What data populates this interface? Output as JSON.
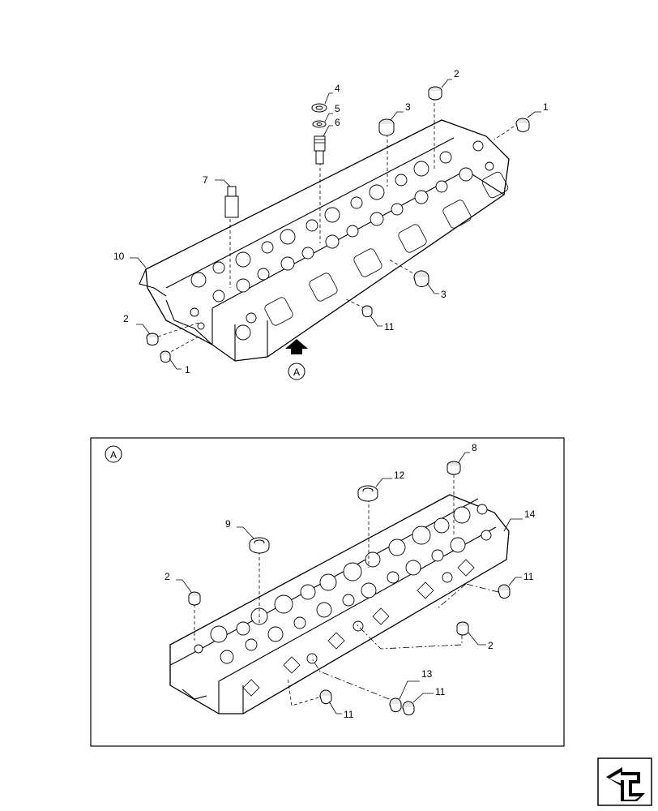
{
  "view_marker": "A",
  "upper_callouts": {
    "c1_right": "1",
    "c2_top": "2",
    "c3_top": "3",
    "c4": "4",
    "c5": "5",
    "c6": "6",
    "c7": "7",
    "c10": "10",
    "c3_right": "3",
    "c11": "11",
    "c2_left": "2",
    "c1_left": "1"
  },
  "detail_callouts": {
    "c8": "8",
    "c12": "12",
    "c14": "14",
    "c9": "9",
    "c2_left": "2",
    "c11_right": "11",
    "c2_bottom": "2",
    "c13": "13",
    "c11_bottom_right": "11",
    "c11_bottom_left": "11"
  },
  "nav_icon": "return-arrow-icon"
}
